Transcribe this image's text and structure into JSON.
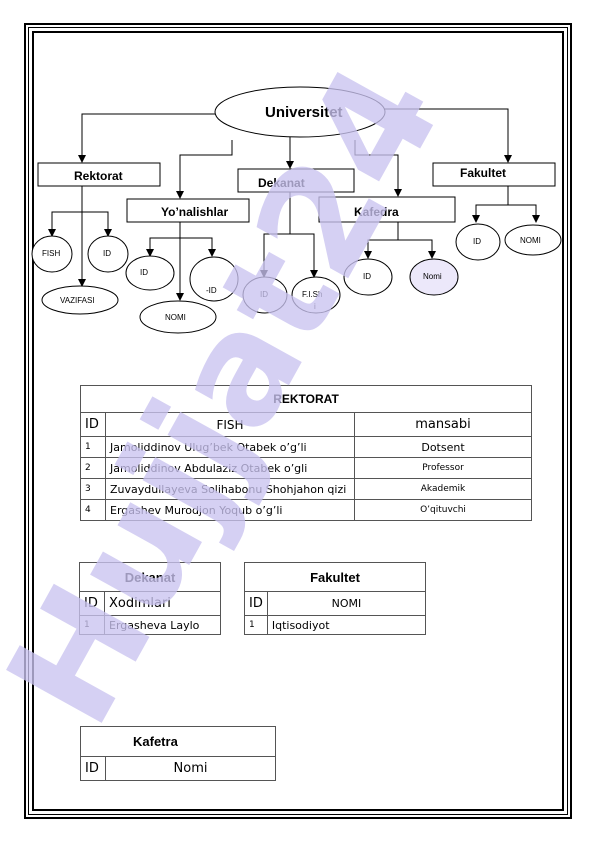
{
  "diagram": {
    "universitet": "Universitet",
    "rektorat": "Rektorat",
    "dekanat": "Dekanat",
    "fakultet": "Fakultet",
    "yonalishlar": "Yo’nalishlar",
    "kafedra": "Kafedra",
    "fish": "FISH",
    "id": "ID",
    "vazifasi": "VAZIFASI",
    "minus_id": "-ID",
    "nomi_upper": "NOMI",
    "fish_short_1": "F.I.Sh",
    "fish_short_2": "i",
    "nomi": "Nomi"
  },
  "rektorat_table": {
    "title": "REKTORAT",
    "headers": [
      "ID",
      "FISH",
      "mansabi"
    ],
    "rows": [
      [
        "1",
        "Jamoliddinov Ulug’bek Otabek o’g’li",
        "Dotsent"
      ],
      [
        "2",
        "Jamoliddinov Abdulaziz Otabek o’gli",
        "Professor"
      ],
      [
        "3",
        "Zuvaydullayeva Solihabonu Shohjahon qizi",
        "Akademik"
      ],
      [
        "4",
        "Ergashev Murodjon Yoqub o’g’li",
        "O’qituvchi"
      ]
    ]
  },
  "dekanat_table": {
    "title": "Dekanat",
    "headers": [
      "ID",
      "Xodimlari"
    ],
    "rows": [
      [
        "1",
        "Ergasheva Laylo"
      ]
    ]
  },
  "fakultet_table": {
    "title": "Fakultet",
    "headers": [
      "ID",
      "NOMI"
    ],
    "rows": [
      [
        "1",
        "Iqtisodiyot"
      ]
    ]
  },
  "kafetra_table": {
    "title": "Kafetra",
    "headers": [
      "ID",
      "Nomi"
    ]
  },
  "watermark": {
    "text": "Hujjat24",
    "color": "#c9c3f0"
  },
  "colors": {
    "ellipse_fill": "#e8e4f8",
    "line": "#000000"
  }
}
